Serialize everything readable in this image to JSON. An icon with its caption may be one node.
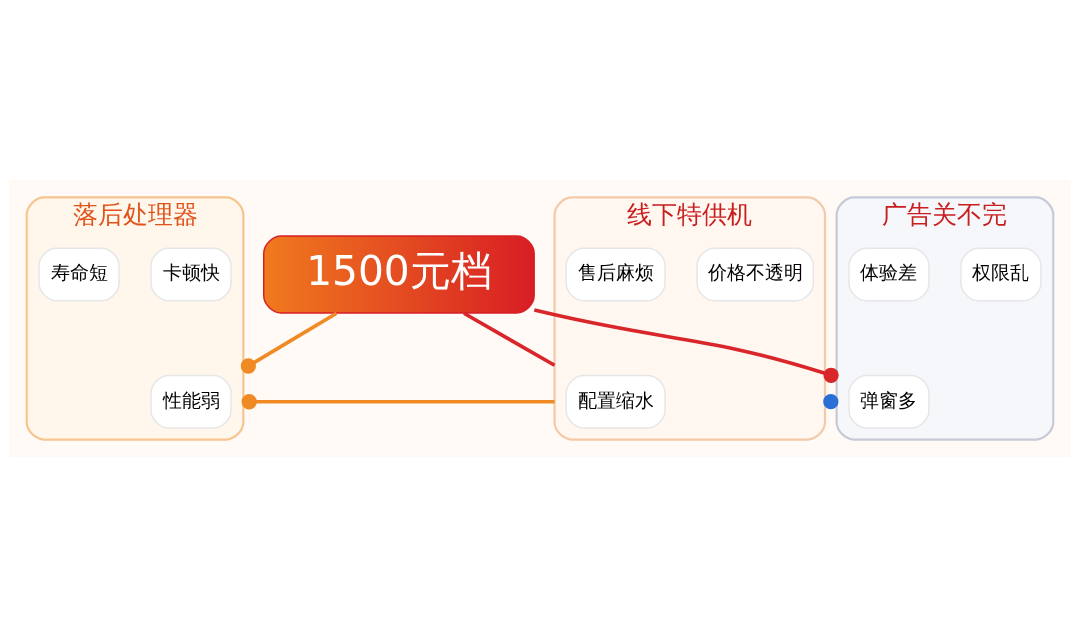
{
  "diagram": {
    "nodes": [
      {
        "text": [
          "1500元档"
        ]
      },
      {
        "text": [
          "落后处理器"
        ]
      },
      {
        "text": [
          "性能弱"
        ],
        "in": 1
      },
      {
        "text": [
          "卡顿快"
        ],
        "in": 1
      },
      {
        "text": [
          "寿命短"
        ],
        "in": 1
      },
      {
        "text": [
          "线下特供机"
        ]
      },
      {
        "text": [
          "配置缩水"
        ],
        "in": 5
      },
      {
        "text": [
          "价格不透明"
        ],
        "in": 5
      },
      {
        "text": [
          "售后麻烦"
        ],
        "in": 5
      },
      {
        "text": [
          "广告关不完"
        ]
      },
      {
        "text": [
          "弹窗多"
        ],
        "in": 9
      },
      {
        "text": [
          "权限乱"
        ],
        "in": 9
      },
      {
        "text": [
          "体验差"
        ],
        "in": 9
      }
    ],
    "edges": [
      {
        "from": 0,
        "to": 1,
        "arrow": "other",
        "color": "#f08a24"
      },
      {
        "from": 0,
        "to": 5,
        "arrow": "none",
        "color": "#d8262a"
      },
      {
        "from": 0,
        "to": 9,
        "arrow": "other",
        "color": "#d8262a"
      },
      {
        "from": 5,
        "to": 1,
        "arrow": "other",
        "color": "#f08a24"
      },
      {
        "from": 5,
        "to": 9,
        "arrow": "other",
        "color": "#2a6fd6"
      }
    ]
  }
}
